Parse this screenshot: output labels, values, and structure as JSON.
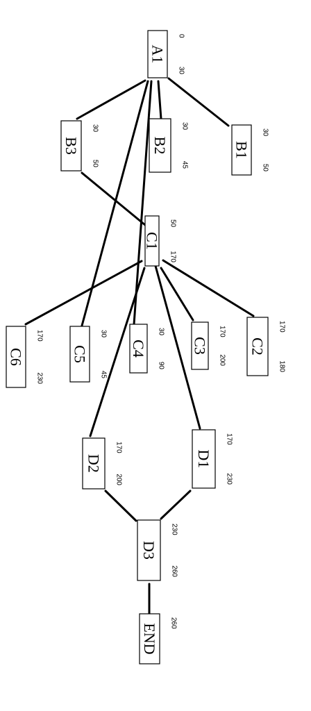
{
  "nodes": {
    "A1": {
      "label": "A1",
      "start": "0",
      "end": "30"
    },
    "B1": {
      "label": "B1",
      "start": "30",
      "end": "50"
    },
    "B2": {
      "label": "B2",
      "start": "30",
      "end": "45"
    },
    "B3": {
      "label": "B3",
      "start": "30",
      "end": "50"
    },
    "C1": {
      "label": "C1",
      "start": "50",
      "end": "170"
    },
    "C2": {
      "label": "C2",
      "start": "170",
      "end": "180"
    },
    "C3": {
      "label": "C3",
      "start": "170",
      "end": "200"
    },
    "C4": {
      "label": "C4",
      "start": "30",
      "end": "90"
    },
    "C5": {
      "label": "C5",
      "start": "30",
      "end": "45"
    },
    "C6": {
      "label": "C6",
      "start": "170",
      "end": "230"
    },
    "D1": {
      "label": "D1",
      "start": "170",
      "end": "230"
    },
    "D2": {
      "label": "D2",
      "start": "170",
      "end": "200"
    },
    "D3": {
      "label": "D3",
      "start": "230",
      "end": "260"
    },
    "END": {
      "label": "END",
      "start": "260"
    }
  },
  "edges": [
    [
      "A1",
      "B1"
    ],
    [
      "A1",
      "B2"
    ],
    [
      "A1",
      "B3"
    ],
    [
      "A1",
      "C4"
    ],
    [
      "A1",
      "C5"
    ],
    [
      "B3",
      "C1"
    ],
    [
      "C1",
      "C2"
    ],
    [
      "C1",
      "C3"
    ],
    [
      "C1",
      "C6"
    ],
    [
      "C1",
      "D1"
    ],
    [
      "C1",
      "D2"
    ],
    [
      "D1",
      "D3"
    ],
    [
      "D2",
      "D3"
    ],
    [
      "D3",
      "END"
    ]
  ]
}
